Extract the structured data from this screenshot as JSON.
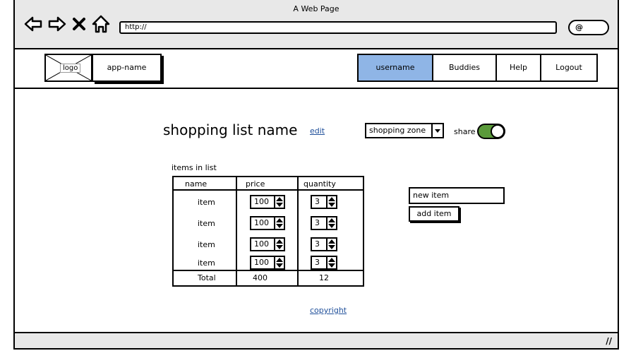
{
  "window": {
    "title": "A Web Page",
    "url": "http://"
  },
  "header": {
    "logo_text": "logo",
    "app_name": "app-name",
    "nav": [
      {
        "label": "username",
        "active": true
      },
      {
        "label": "Buddies",
        "active": false
      },
      {
        "label": "Help",
        "active": false
      },
      {
        "label": "Logout",
        "active": false
      }
    ]
  },
  "main": {
    "title": "shopping list name",
    "edit_label": "edit",
    "zone_select": "shopping zone",
    "share_label": "share",
    "share_on": true,
    "items_label": "items in list",
    "table": {
      "headers": [
        "name",
        "price",
        "quantity"
      ],
      "rows": [
        {
          "name": "item",
          "price": "100",
          "quantity": "3"
        },
        {
          "name": "item",
          "price": "100",
          "quantity": "3"
        },
        {
          "name": "item",
          "price": "100",
          "quantity": "3"
        },
        {
          "name": "item",
          "price": "100",
          "quantity": "3"
        }
      ],
      "total": {
        "label": "Total",
        "price": "400",
        "quantity": "12"
      }
    },
    "new_item_value": "new item",
    "add_item_label": "add item",
    "copyright": "copyright"
  },
  "colors": {
    "active_nav": "#8fb5e6",
    "toggle_on": "#5a9a3a",
    "link": "#1f4f9a",
    "chrome": "#e8e8e8"
  }
}
